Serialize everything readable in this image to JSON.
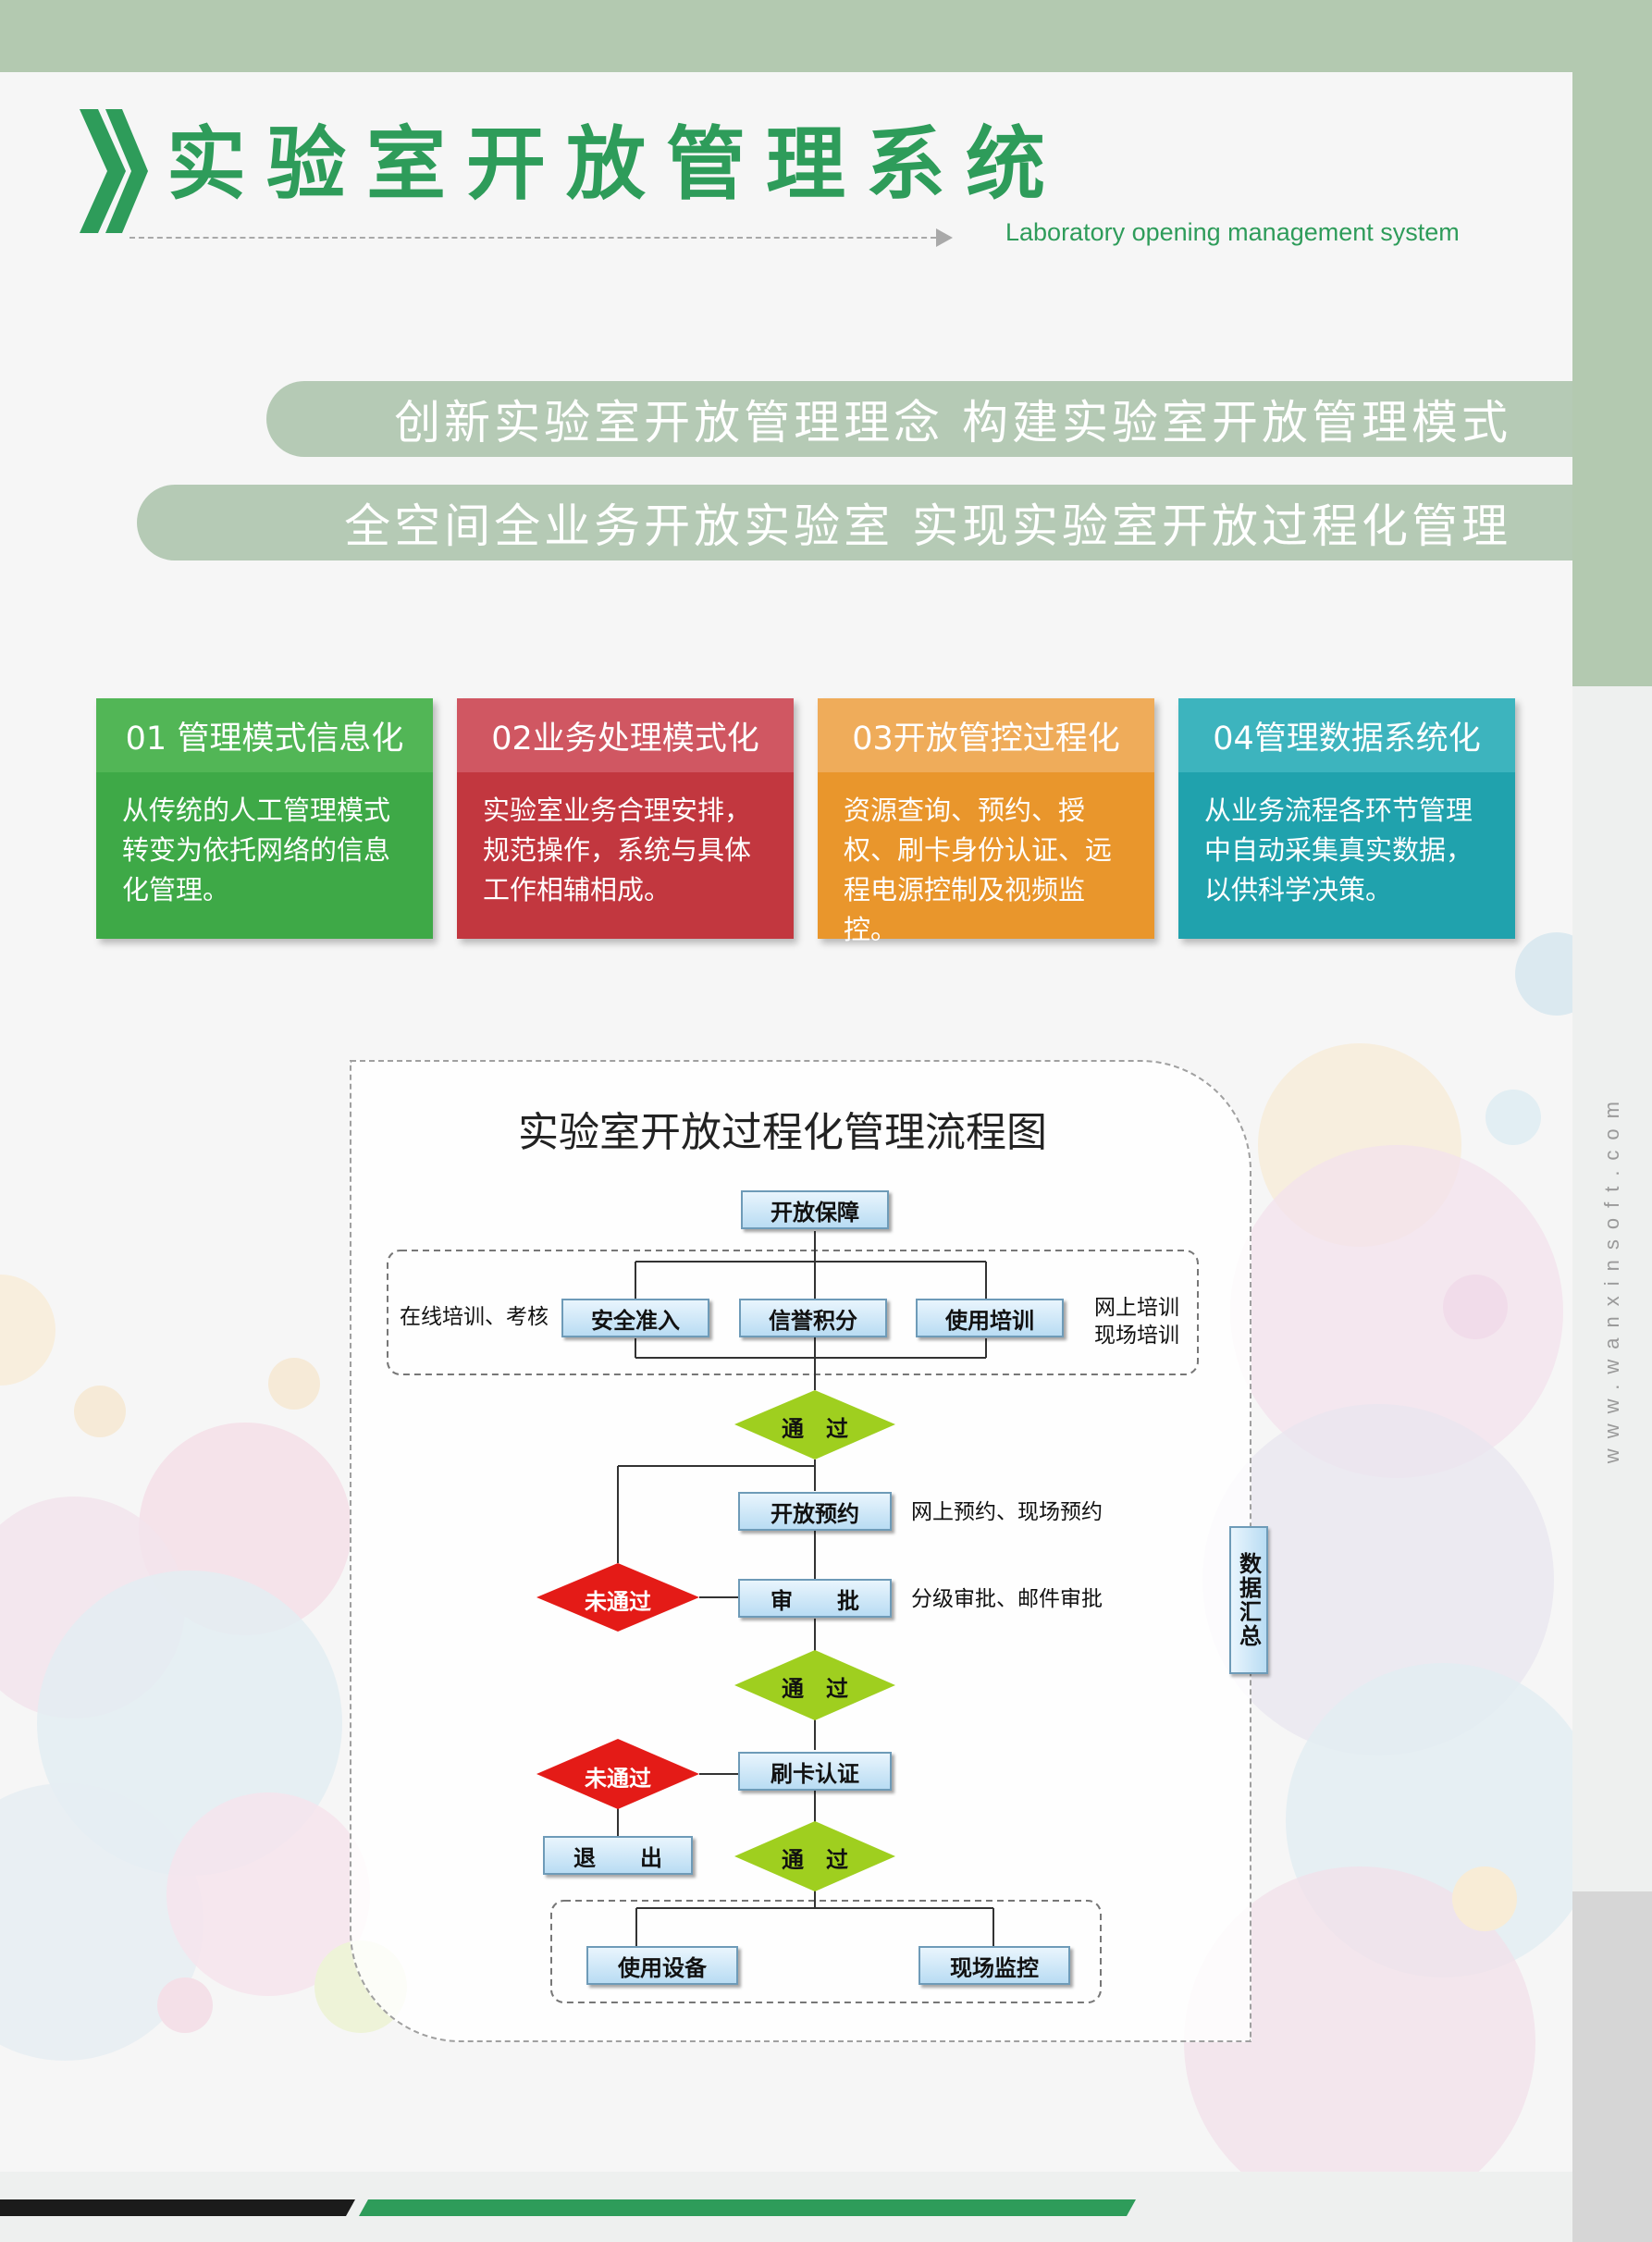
{
  "header": {
    "title": "实验室开放管理系统",
    "subtitle_en": "Laboratory opening management system"
  },
  "slogans": [
    "创新实验室开放管理理念  构建实验室开放管理模式",
    "全空间全业务开放实验室  实现实验室开放过程化管理"
  ],
  "cards": [
    {
      "title": "01 管理模式信息化",
      "body": "从传统的人工管理模式转变为依托网络的信息化管理。",
      "color": "#44ad4d"
    },
    {
      "title": "02业务处理模式化",
      "body": "实验室业务合理安排，规范操作，系统与具体工作相辅相成。",
      "color": "#c6404a"
    },
    {
      "title": "03开放管控过程化",
      "body": "资源查询、预约、授权、刷卡身份认证、远程电源控制及视频监控。",
      "color": "#eb9a35"
    },
    {
      "title": "04管理数据系统化",
      "body": "从业务流程各环节管理中自动采集真实数据，以供科学决策。",
      "color": "#25a6b2"
    }
  ],
  "flowchart": {
    "title": "实验室开放过程化管理流程图",
    "nodes": {
      "open_guarantee": "开放保障",
      "safety_access": "安全准入",
      "credit_points": "信誉积分",
      "usage_training": "使用培训",
      "open_booking": "开放预约",
      "approval": "审　　批",
      "card_auth": "刷卡认证",
      "exit": "退　　出",
      "use_equipment": "使用设备",
      "site_monitoring": "现场监控",
      "data_summary": "数据汇总"
    },
    "decisions": {
      "pass": "通　过",
      "fail": "未通过"
    },
    "notes": {
      "online_training_exam": "在线培训、考核",
      "online_training": "网上培训",
      "onsite_training": "现场培训",
      "booking_methods": "网上预约、现场预约",
      "approval_methods": "分级审批、邮件审批"
    }
  },
  "website": "www.wanxinsoft.com",
  "colors": {
    "accent_green": "#2e9c5a",
    "band_green": "#b3c9b0",
    "pass_diamond": "#9fcf1f",
    "fail_diamond": "#e41b17"
  }
}
